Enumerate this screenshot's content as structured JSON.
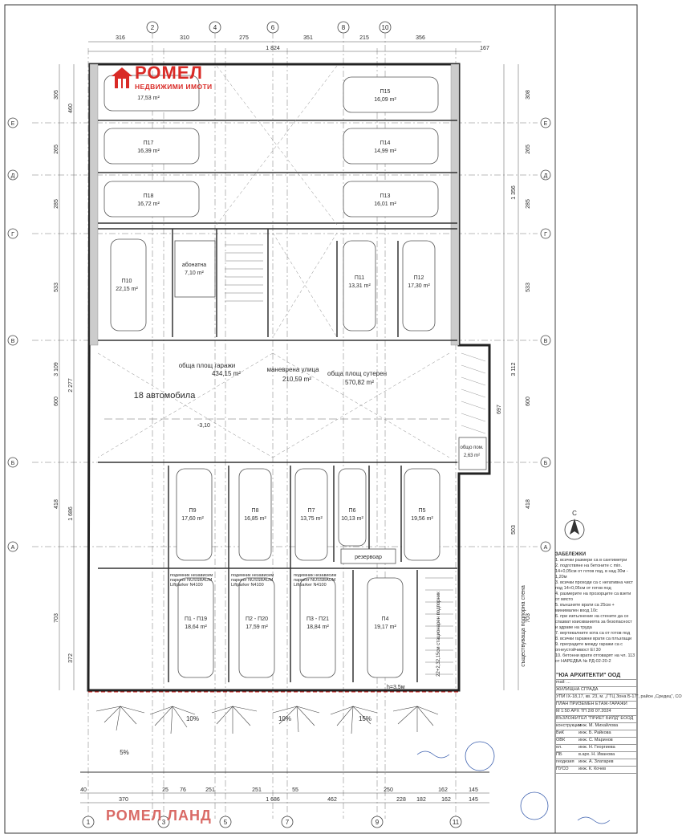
{
  "brand": {
    "name": "РОМЕЛ",
    "subtitle": "НЕДВИЖИМИ ИМОТИ",
    "bottom_mark": "РОМЕЛ ЛАНД",
    "color": "#d92a26"
  },
  "axes_top": [
    "2",
    "4",
    "6",
    "8",
    "10"
  ],
  "axes_bottom": [
    "1",
    "3",
    "5",
    "7",
    "9",
    "11"
  ],
  "axes_rows": [
    "Е",
    "Д",
    "Г",
    "В",
    "Б",
    "А"
  ],
  "dims_top": [
    "316",
    "310",
    "275",
    "351",
    "215",
    "356",
    "1 824",
    "167"
  ],
  "dims_bottom": [
    "40",
    "370",
    "25",
    "76",
    "251",
    "251",
    "55",
    "462",
    "250",
    "228",
    "162",
    "145",
    "1 686",
    "182",
    "162",
    "145"
  ],
  "dims_left": [
    "305",
    "460",
    "265",
    "285",
    "533",
    "3 109",
    "2 277",
    "600",
    "418",
    "1 686",
    "703",
    "372"
  ],
  "dims_right": [
    "308",
    "265",
    "285",
    "1 356",
    "533",
    "3 112",
    "697",
    "600",
    "503",
    "418",
    "703"
  ],
  "spaces_top": [
    {
      "id": "",
      "area": "17,53 m²"
    },
    {
      "id": "П17",
      "area": "16,39 m²"
    },
    {
      "id": "П18",
      "area": "16,72 m²"
    },
    {
      "id": "П15",
      "area": "16,09 m²"
    },
    {
      "id": "П14",
      "area": "14,99 m²"
    },
    {
      "id": "П13",
      "area": "16,01 m²"
    }
  ],
  "spaces_mid": [
    {
      "id": "П10",
      "area": "22,15 m²"
    },
    {
      "id": "П11",
      "area": "13,31 m²"
    },
    {
      "id": "П12",
      "area": "17,30 m²"
    }
  ],
  "spaces_lower": [
    {
      "id": "П9",
      "area": "17,60 m²"
    },
    {
      "id": "П8",
      "area": "16,85 m²"
    },
    {
      "id": "П7",
      "area": "13,75 m²"
    },
    {
      "id": "П6",
      "area": "10,13 m²"
    },
    {
      "id": "П5",
      "area": "19,56 m²"
    }
  ],
  "spaces_lifts": [
    {
      "id": "П1 - П19",
      "area": "18,64 m²"
    },
    {
      "id": "П2 - П20",
      "area": "17,59 m²"
    },
    {
      "id": "П3 - П21",
      "area": "18,84 m²"
    },
    {
      "id": "П4",
      "area": "19,17 m²"
    }
  ],
  "lift_note": [
    "подемник независим",
    "паркинг NUSSBAUM",
    "Liftparker N4100"
  ],
  "rooms": {
    "subscriber": "абонатна",
    "subscriber_area": "7,10 m²",
    "common": "общо пом.",
    "common_area": "2,63 m²",
    "reservoir": "резервоар"
  },
  "summary": {
    "garages_label": "обща площ гаражи",
    "garages_area": "434,15 m²",
    "street_label": "маневрена улица",
    "street_area": "210,59 m²",
    "basement_label": "обща площ сутерен",
    "basement_area": "570,82 m²",
    "cars": "18 автомобила",
    "level": "-3,10"
  },
  "misc": {
    "retaining_wall": "съществуваща подпорна стена",
    "ramp": "22+2,32,15см стационарен подпорник",
    "height_mark": "h=3,5м",
    "slope_a": "5%",
    "slope_b": "10%",
    "slope_c": "10%",
    "slope_d": "15%",
    "north": "С"
  },
  "notes": {
    "title": "ЗАБЕЛЕЖКИ",
    "items": [
      "1. всички размери са в сантиметри",
      "2. подготвяне на бетоните с min. 14+0,05см от готов под, в над 30м - 1,20м",
      "3. всички проходи са с негативна чист под 14+0,05см от готов под",
      "4. размерите на прозорците са взети от място",
      "5. външните врати са 25см + минимален вход 10с",
      "6. при изпълнение на стените да се спазват изискванията за безопасност и здраве на труда",
      "7. вертикалните кота са от готов под",
      "8. всички гаражни врати са плъзгащи",
      "9. преградите между гаражи са с огнеустойчивост EI 30",
      "10. бетонни врати отговарят на чл. 113 от НАРЕДБА № РД-02-20-2"
    ]
  },
  "titleblock": {
    "firm": "\"ЮА АРХИТЕКТИ\" ООД",
    "email": "mail: ...",
    "project": "ЖИЛИЩНА СГРАДА",
    "location": "УПИ IX-18,17, кв. 23, м. „ГТЦ Зона Б-17\", район „Средец\", СО",
    "sheet_title": "ПЛАН ПРИЗЕМЕН ЕТАЖ-ГАРАЖИ",
    "scale_label": "М",
    "scale": "1:50",
    "part": "АРХ",
    "phase": "ТП",
    "sheet": "2/8",
    "date": "07.2024",
    "investor_label": "ВЪЗЛОЖИТЕЛ",
    "investor": "\"ПРИЕТ БИЛД\" ЕООД",
    "people": [
      [
        "конструкции",
        "инж. М. Михайлова"
      ],
      [
        "ВиК",
        "инж. Б. Райкова"
      ],
      [
        "ОВК",
        "инж. С. Маринов"
      ],
      [
        "ел.",
        "инж. Н. Георгиева"
      ],
      [
        "ПБ",
        "в.арх. Н. Иванова"
      ],
      [
        "геодезия",
        "инж. А. Златарев"
      ],
      [
        "ПУСО",
        "инж. К. Кочев"
      ]
    ]
  },
  "colors": {
    "line": "#333333",
    "grid": "#555555",
    "hatch": "#888888",
    "brand": "#d92a26"
  }
}
